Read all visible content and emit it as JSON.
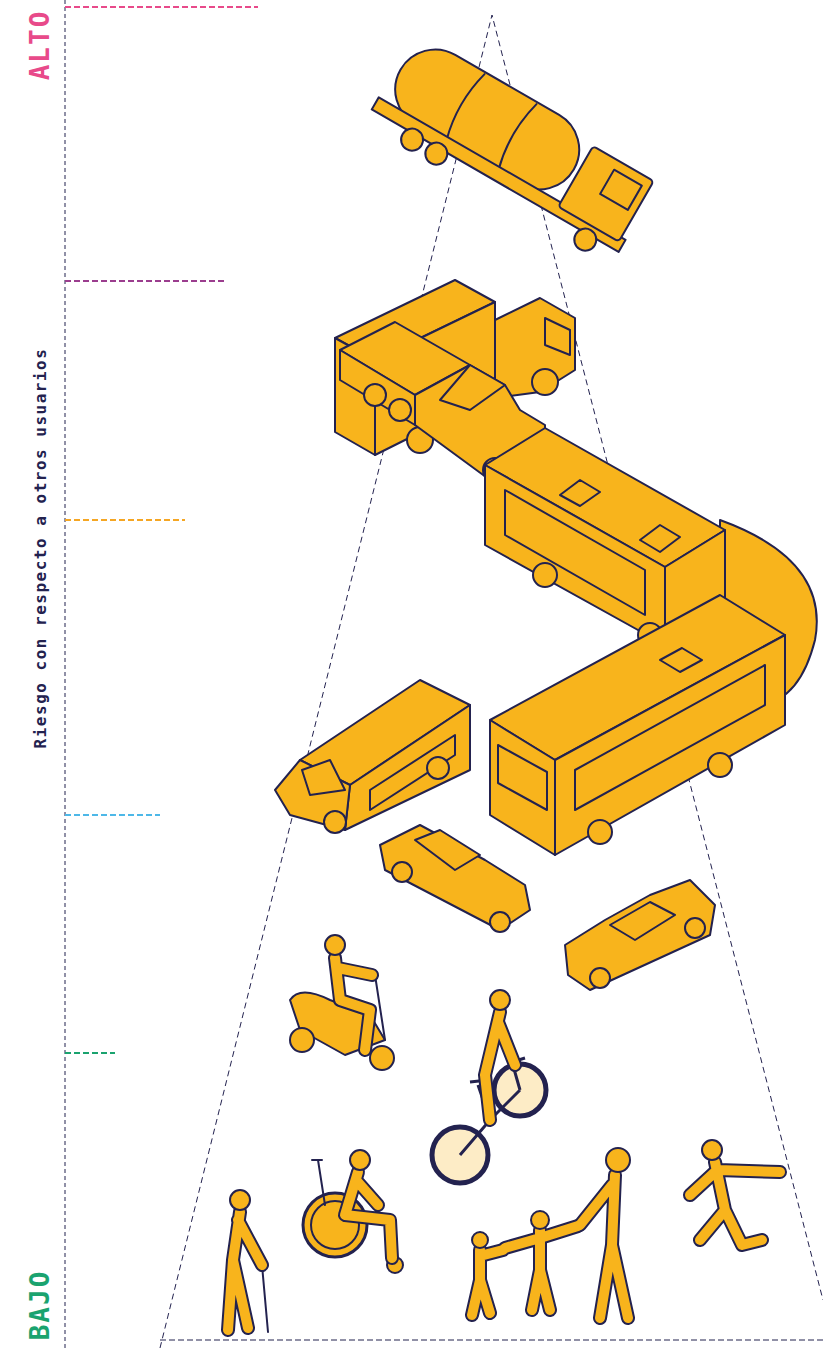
{
  "diagram": {
    "labels": [
      "ALTO",
      "Riesgo con respecto a otros usuarios",
      "BAJO"
    ]
  }
}
